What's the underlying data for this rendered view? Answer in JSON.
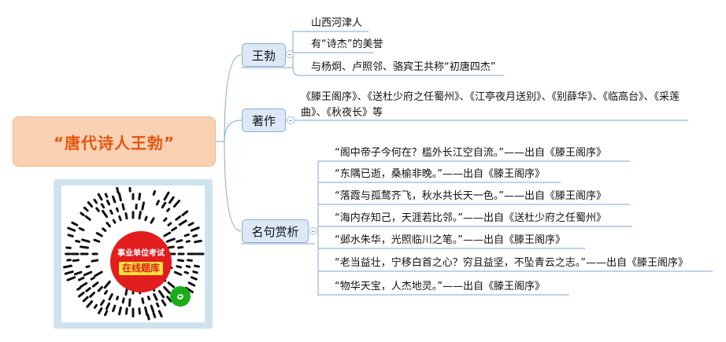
{
  "central": {
    "title": "“唐代诗人王勃”"
  },
  "branches": [
    {
      "label": "王勃",
      "leaves": [
        "山西河津人",
        "有“诗杰”的美誉",
        "与杨炯、卢照邻、骆宾王共称“初唐四杰”"
      ]
    },
    {
      "label": "著作",
      "leaves": [
        "《滕王阁序》、《送杜少府之任蜀州》、《江亭夜月送别》、《别薛华》、《临高台》、《采莲曲》、《秋夜长》等"
      ]
    },
    {
      "label": "名句赏析",
      "leaves": [
        "“阁中帝子今何在？槛外长江空自流。”——出自《滕王阁序》",
        "“东隅已逝，桑榆非晚。”——出自《滕王阁序》",
        "“落霞与孤鹜齐飞，秋水共长天一色。”——出自《滕王阁序》",
        "“海内存知己，天涯若比邻。”——出自《送杜少府之任蜀州》",
        "“邺水朱华，光照临川之笔。”——出自《滕王阁序》",
        "“老当益壮，宁移白首之心？穷且益坚，不坠青云之志。”——出自《滕王阁序》",
        "“物华天宝，人杰地灵。”——出自《滕王阁序》"
      ]
    }
  ],
  "qr": {
    "badge_line1": "事业单位考试",
    "badge_line2": "在线题库",
    "icon": "wechat-mini-program-icon"
  },
  "colors": {
    "central_fill": "#f9d1b3",
    "central_text": "#e8530e",
    "branch_fill": "#dce8f6",
    "branch_border": "#8eaed4",
    "line": "#7fa6d6",
    "qr_frame": "#cfe3ee",
    "badge_red": "#e21d1d",
    "badge_yellow": "#ffe33a"
  }
}
